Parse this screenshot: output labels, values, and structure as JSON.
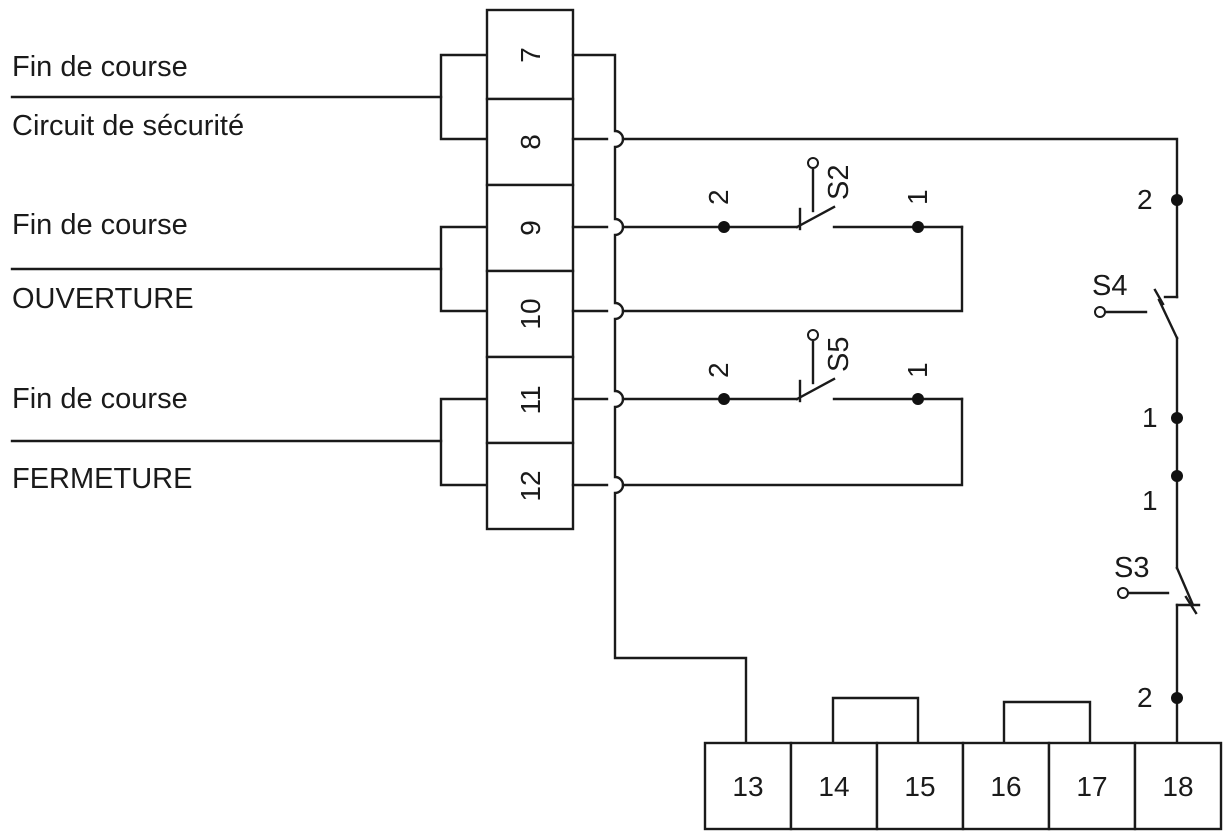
{
  "labels": {
    "fin1": "Fin de course",
    "circuit": "Circuit de sécurité",
    "fin2": "Fin de course",
    "ouverture": "OUVERTURE",
    "fin3": "Fin de course",
    "fermeture": "FERMETURE"
  },
  "left_terminals": [
    "7",
    "8",
    "9",
    "10",
    "11",
    "12"
  ],
  "bottom_terminals": [
    "13",
    "14",
    "15",
    "16",
    "17",
    "18"
  ],
  "switches": {
    "s2": {
      "name": "S2",
      "pin_a": "2",
      "pin_b": "1"
    },
    "s5": {
      "name": "S5",
      "pin_a": "2",
      "pin_b": "1"
    },
    "s4": {
      "name": "S4",
      "pin_top": "2",
      "pin_bottom": "1"
    },
    "s3": {
      "name": "S3",
      "pin_top": "1",
      "pin_bottom": "2"
    }
  }
}
